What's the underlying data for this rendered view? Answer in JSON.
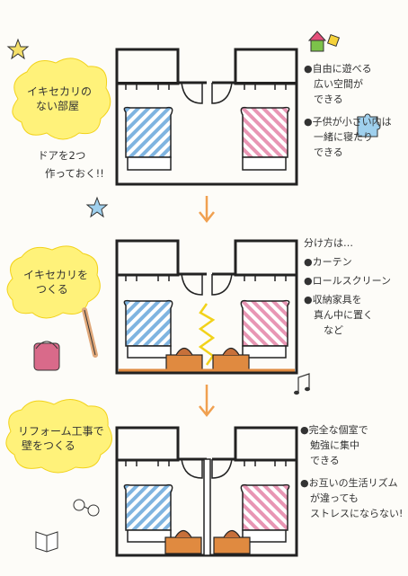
{
  "panel1": {
    "bubble_lines": [
      "イキセカリの",
      "ない部屋"
    ],
    "sub_lines": [
      "ドアを2つ",
      "作っておく!!"
    ],
    "notes": [
      "●自由に遊べる",
      "　広い空間が",
      "　できる",
      "●子供が小さい内は",
      "　一緒に寝たり",
      "　できる"
    ]
  },
  "panel2": {
    "bubble_lines": [
      "イキセカリを",
      "つくる"
    ],
    "notes": [
      "分け方は…",
      "●カーテン",
      "●ロールスクリーン",
      "●収納家具を",
      "　真ん中に置く",
      "　　など"
    ]
  },
  "panel3": {
    "bubble_lines": [
      "リフォーム工事で",
      "壁をつくる"
    ],
    "notes": [
      "●完全な個室で",
      "　勉強に集中",
      "　できる",
      "●お互いの生活リズム",
      "　が違っても",
      "　ストレスにならない!"
    ]
  },
  "colors": {
    "bubble": "#fff27a",
    "blue_stripe": "#7fb4e0",
    "pink_stripe": "#e896b4",
    "arrow": "#f0a050",
    "wood": "#e08a40"
  }
}
